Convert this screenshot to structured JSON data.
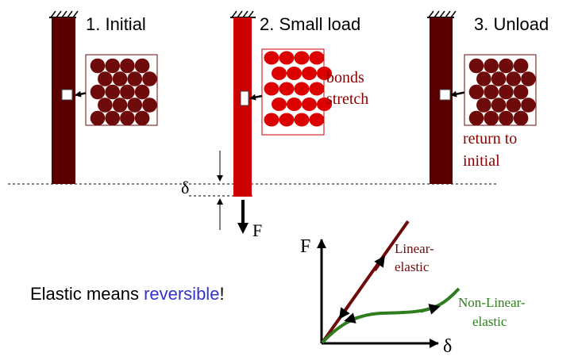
{
  "panels": [
    {
      "label": "1. Initial",
      "state": "initial"
    },
    {
      "label": "2. Small load",
      "state": "loaded",
      "note_line1": "bonds",
      "note_line2": "stretch"
    },
    {
      "label": "3. Unload",
      "state": "unloaded",
      "note_line1": "return to",
      "note_line2": "initial"
    }
  ],
  "symbols": {
    "delta": "δ",
    "force": "F"
  },
  "caption": {
    "before": "Elastic means ",
    "highlight": "reversible",
    "after": "!"
  },
  "graph": {
    "y_label": "F",
    "x_label": "δ",
    "linear_label_line1": "Linear-",
    "linear_label_line2": "elastic",
    "nonlinear_label_line1": "Non-Linear-",
    "nonlinear_label_line2": "elastic"
  },
  "colors": {
    "dark_bar": "#5a0000",
    "loaded_bar": "#cc0000",
    "dark_atom": "#6e0a0a",
    "loaded_atom": "#dd0000",
    "note_text": "#8b0000",
    "highlight": "#3333cc",
    "linear_curve": "#6e0a0a",
    "nonlinear_curve": "#2e7d1e"
  }
}
